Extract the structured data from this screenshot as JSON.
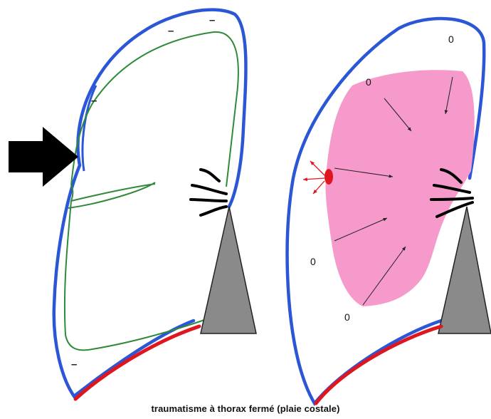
{
  "caption": "traumatisme à thorax fermé  (plaie costale)",
  "right_panel": {
    "zero_labels": [
      "0",
      "0",
      "0",
      "0"
    ]
  },
  "left_panel": {
    "minus_signs": [
      "–",
      "–",
      "–",
      "–"
    ]
  },
  "colors": {
    "pleura_outline": "#2b57d6",
    "lung_outline": "#2f8a3a",
    "diaphragm": "#e0161e",
    "collapsed_lung_fill": "#f59acb",
    "mediastinum": "#8a8a8a",
    "arrow": "#000000"
  },
  "icons": [
    "big-arrow-icon",
    "bronchus-icon",
    "blood-drop-icon"
  ]
}
